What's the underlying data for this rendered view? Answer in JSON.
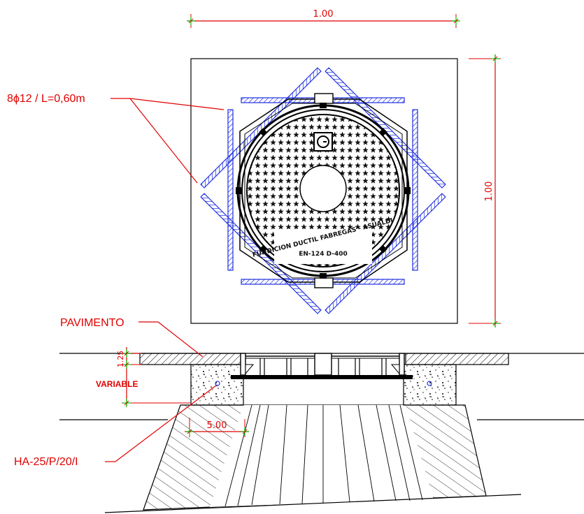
{
  "plan": {
    "dim_width": "1.00",
    "dim_height": "1.00",
    "rebar_label": "8ϕ12 / L=0,60m",
    "cast_line1": "FUNDICION DUCTIL FABREGAS - ASUALDI",
    "cast_line2": "EN-124   D-400"
  },
  "section": {
    "pavement_label": "PAVIMENTO",
    "pavement_thickness": "1.25",
    "variable_label": "VARIABLE",
    "slope_dim": "5.00",
    "concrete_label": "HA-25/P/20/I"
  },
  "colors": {
    "annotation": "#e00000",
    "rebar": "#2030e0",
    "tick": "#00c000",
    "linework": "#000000"
  }
}
